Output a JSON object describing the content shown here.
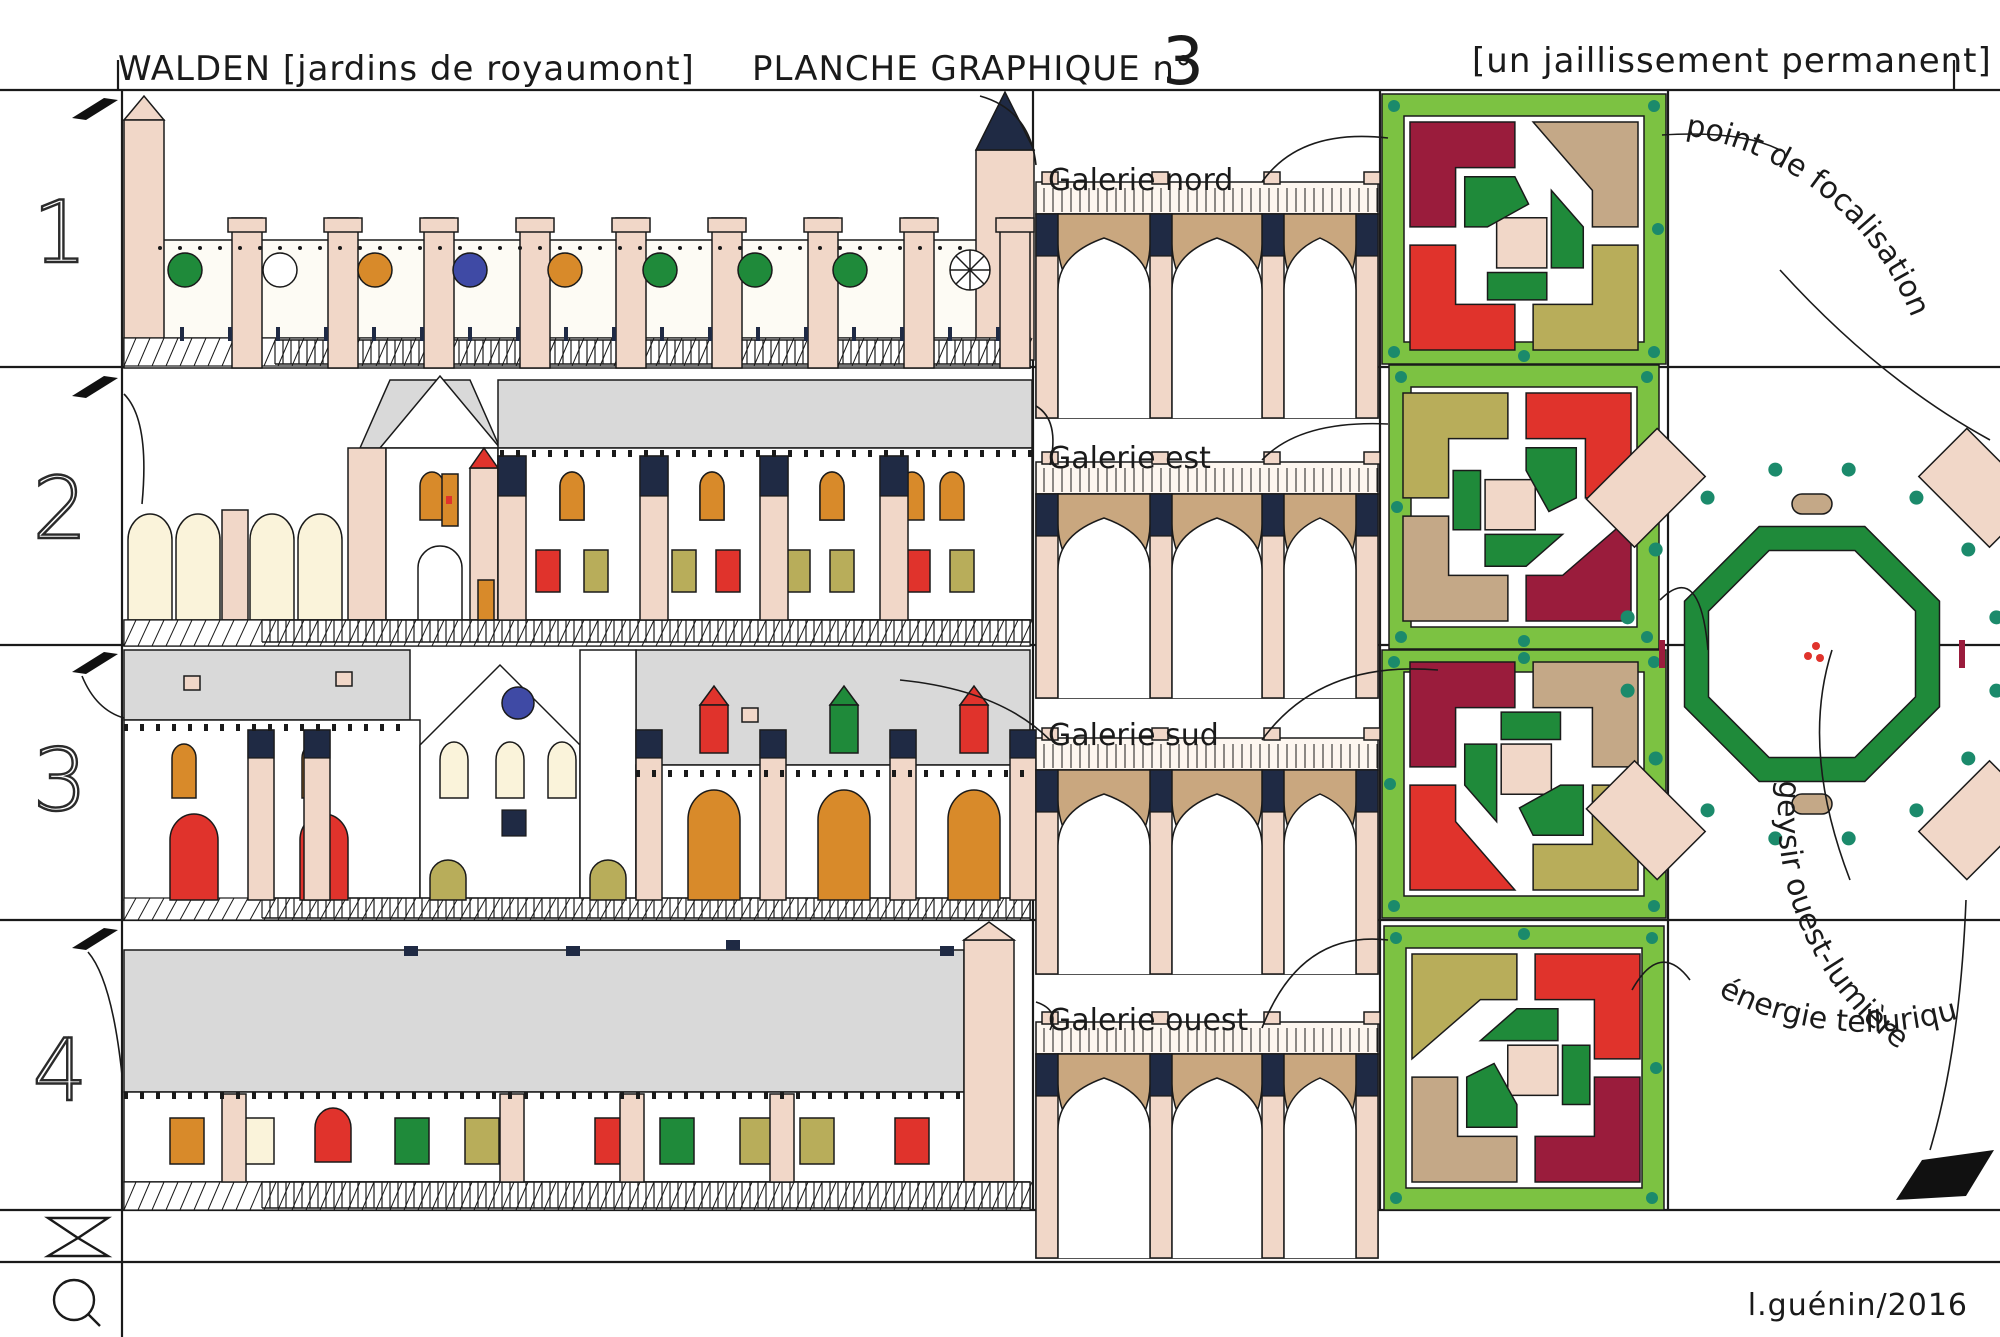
{
  "header": {
    "left_title": "WALDEN [jardins de royaumont]",
    "center_title": "PLANCHE GRAPHIQUE n°",
    "center_number": "3",
    "right_title": "[un jaillissement permanent]"
  },
  "rows": [
    {
      "number": "1",
      "galerie": "Galerie nord"
    },
    {
      "number": "2",
      "galerie": "Galerie est"
    },
    {
      "number": "3",
      "galerie": "Galerie sud"
    },
    {
      "number": "4",
      "galerie": "Galerie ouest"
    }
  ],
  "circle_labels": {
    "focal": "point de focalisation",
    "geyser": "geysir ouest-lumière",
    "energy": "énergie tellurique"
  },
  "signature": "l.guénin/2016",
  "icons": {
    "hourglass": "hourglass-icon",
    "magnifier": "magnifier-icon",
    "marker": "black-parallelogram-marker"
  },
  "colors": {
    "green": "#1f8a3a",
    "lime_border": "#7cc242",
    "crimson": "#9a1c3c",
    "red": "#e0332c",
    "khaki": "#b8ad5a",
    "tan": "#c4a887",
    "ochre": "#d88a2a",
    "pink_beige": "#f1d7c8",
    "cream": "#faf3da",
    "navy": "#1f2a44",
    "roof_grey": "#d9d9d9",
    "blue": "#3f4aa5",
    "teal": "#1b8a6b",
    "arch_tan": "#c9a77f"
  }
}
